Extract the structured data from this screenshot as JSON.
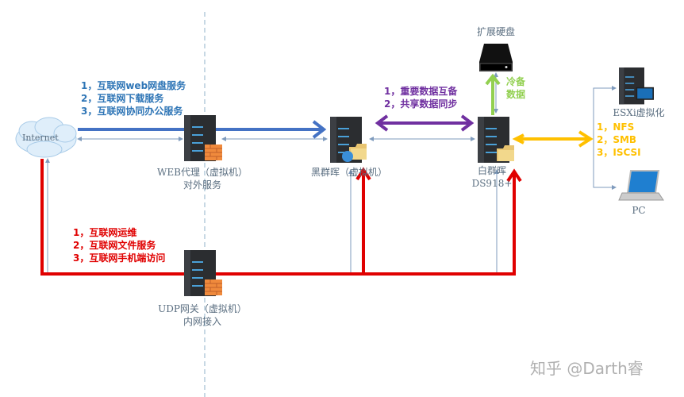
{
  "nodes": {
    "internet": "Internet",
    "web_proxy": [
      "WEB代理（虚拟机）",
      "对外服务"
    ],
    "black_nas": "黑群晖（虚拟机）",
    "white_nas": [
      "白群晖",
      "DS918+"
    ],
    "ext_disk": "扩展硬盘",
    "esxi": "ESXi虚拟化",
    "pc": "PC",
    "udp_gw": [
      "UDP网关（虚拟机）",
      "内网接入"
    ]
  },
  "labels": {
    "blue": [
      "1，互联网web网盘服务",
      "2，互联网下载服务",
      "3，互联网协同办公服务"
    ],
    "purple": [
      "1，重要数据互备",
      "2，共享数据同步"
    ],
    "green": [
      "冷备",
      "数据"
    ],
    "yellow": [
      "1，NFS",
      "2，SMB",
      "3，ISCSI"
    ],
    "red": [
      "1，互联网运维",
      "2，互联网文件服务",
      "3，互联网手机端访问"
    ]
  },
  "watermark": "知乎 @Darth睿",
  "colors": {
    "blue": "#4472c4",
    "purple": "#7030a0",
    "green": "#92d050",
    "yellow": "#ffc000",
    "red": "#e00000",
    "thin": "#8eaacc"
  }
}
